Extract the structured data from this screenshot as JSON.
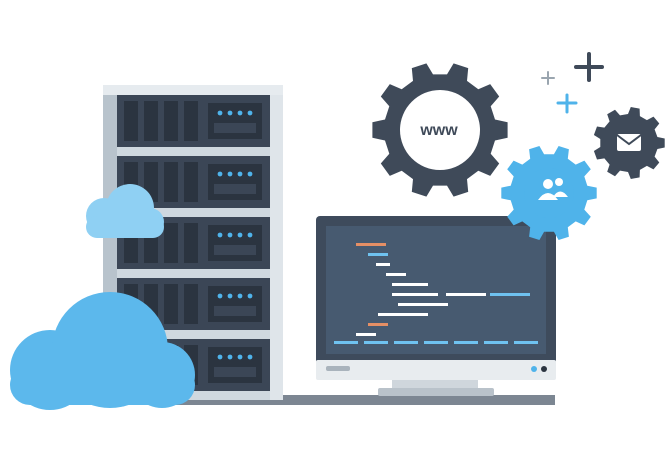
{
  "illustration": {
    "gear_large_label": "www",
    "gear_large_icon": "www-globe-text",
    "gear_blue_icon": "users-icon",
    "gear_small_icon": "envelope-icon",
    "rack_units": 5,
    "colors": {
      "server_dark": "#3b4656",
      "server_light": "#cfd8df",
      "server_accent": "#2b3440",
      "led_blue": "#4fb3ea",
      "cloud_blue": "#5cb8ec",
      "cloud_light": "#8fd0f3",
      "monitor_frame": "#3e4b5c",
      "monitor_screen": "#475a70",
      "monitor_base": "#d9dee3",
      "gear_dark": "#3f4a59",
      "gear_blue": "#4fb3ea",
      "code_white": "#ffffff",
      "code_orange": "#e58f65",
      "code_blue": "#6fc2f0",
      "desk_shadow": "#7c8692"
    }
  }
}
